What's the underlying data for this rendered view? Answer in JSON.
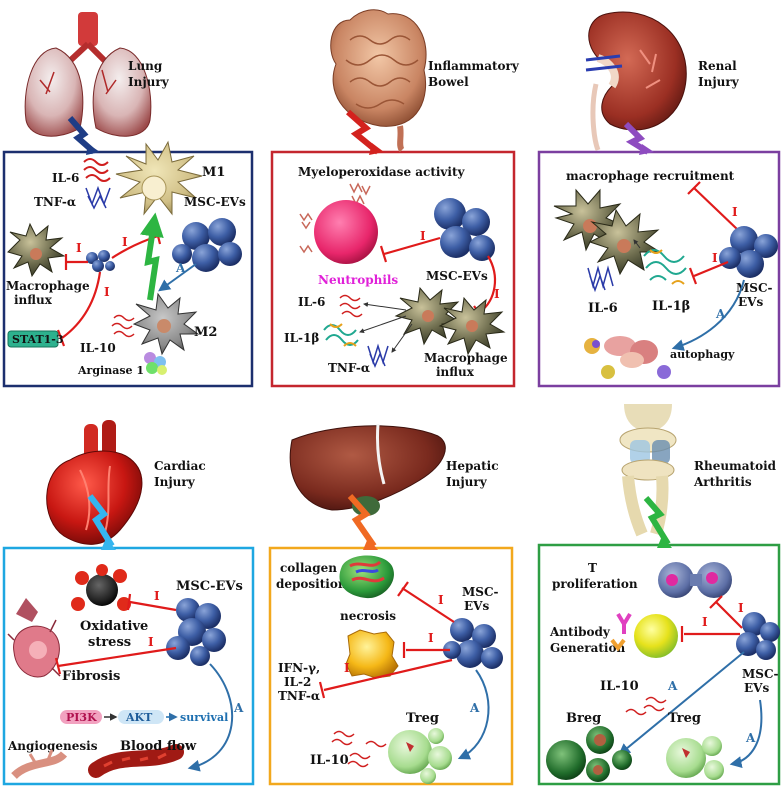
{
  "panels": {
    "lung": {
      "organ": [
        "Lung",
        "Injury"
      ],
      "il6": "IL-6",
      "tnfa": "TNF-α",
      "m1": "M1",
      "mscevs": "MSC-EVs",
      "macrophage": [
        "Macrophage",
        "influx"
      ],
      "stat3": "STAT1-3",
      "il10": "IL-10",
      "m2": "M2",
      "arginase": "Arginase 1",
      "inhibit_marks": [
        "I",
        "I",
        "I"
      ],
      "activate_mark": "A",
      "border_color": "#1c2f6e"
    },
    "bowel": {
      "organ": [
        "Inflammatory",
        "Bowel"
      ],
      "mpo": "Myeloperoxidase activity",
      "neutrophils": "Neutrophils",
      "mscevs": "MSC-EVs",
      "il6": "IL-6",
      "il1b": "IL-1β",
      "tnfa": "TNF-α",
      "macrophage": [
        "Macrophage",
        "influx"
      ],
      "inhibit_marks": [
        "I",
        "I"
      ],
      "border_color": "#c4262e"
    },
    "renal": {
      "organ": [
        "Renal",
        "Injury"
      ],
      "recruitment": "macrophage recruitment",
      "il6": "IL-6",
      "il1b": "IL-1β",
      "mscevs": [
        "MSC-",
        "EVs"
      ],
      "autophagy": "autophagy",
      "inhibit_marks": [
        "I",
        "I"
      ],
      "activate_mark": "A",
      "border_color": "#7b3fa0"
    },
    "cardiac": {
      "organ": [
        "Cardiac",
        "Injury"
      ],
      "mscevs": "MSC-EVs",
      "oxidative": [
        "Oxidative",
        "stress"
      ],
      "fibrosis": "Fibrosis",
      "pi3k": "PI3K",
      "akt": "AKT",
      "survival": "survival",
      "angiogenesis": "Angiogenesis",
      "bloodflow": "Blood flow",
      "inhibit_marks": [
        "I",
        "I"
      ],
      "activate_mark": "A",
      "border_color": "#1ea7e1"
    },
    "hepatic": {
      "organ": [
        "Hepatic",
        "Injury"
      ],
      "collagen": [
        "collagen",
        "deposition"
      ],
      "mscevs": [
        "MSC-",
        "EVs"
      ],
      "necrosis": "necrosis",
      "cytokines": [
        "IFN-γ,",
        "IL-2",
        "TNF-α"
      ],
      "treg": "Treg",
      "il10": "IL-10",
      "inhibit_marks": [
        "I",
        "I",
        "I"
      ],
      "activate_mark": "A",
      "border_color": "#f2a81d"
    },
    "ra": {
      "organ": [
        "Rheumatoid",
        "Arthritis"
      ],
      "tprolif": [
        "T",
        "proliferation"
      ],
      "antibody": [
        "Antibody",
        "Generation"
      ],
      "mscevs": [
        "MSC-",
        "EVs"
      ],
      "il10": "IL-10",
      "breg": "Breg",
      "treg": "Treg",
      "inhibit_marks": [
        "I",
        "I"
      ],
      "activate_marks": [
        "A",
        "A"
      ],
      "border_color": "#2e9e44"
    }
  }
}
